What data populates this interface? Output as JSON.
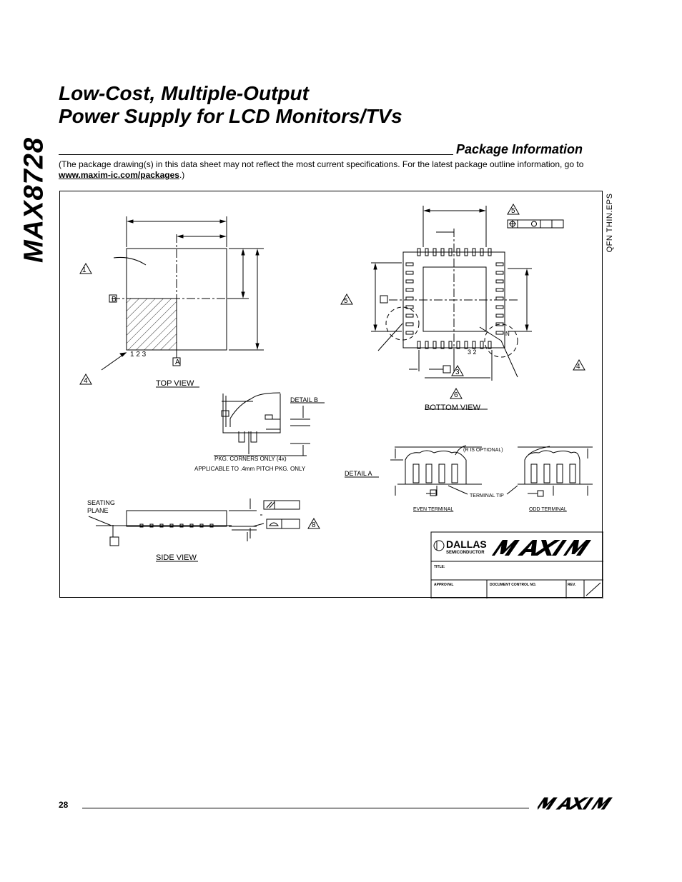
{
  "page": {
    "part_number": "MAX8728",
    "title_line1": "Low-Cost, Multiple-Output",
    "title_line2": "Power Supply for LCD Monitors/TVs",
    "section_title": "Package Information",
    "intro_text": "(The package drawing(s) in this data sheet may not reflect the most current specifications. For the latest package outline information, go to ",
    "intro_link": "www.maxim-ic.com/packages",
    "intro_end": ".)",
    "page_number": "28"
  },
  "drawing": {
    "side_label": "QFN THIN.EPS",
    "top_view_label": "TOP VIEW",
    "bottom_view_label": "BOTTOM VIEW",
    "side_view_label": "SIDE VIEW",
    "detail_a_label": "DETAIL A",
    "detail_b_label": "DETAIL B",
    "pin_numbers": "1 2 3",
    "datum_a": "A",
    "datum_b": "B",
    "note_1": "1",
    "note_3": "3",
    "note_4": "4",
    "note_5": "5",
    "note_6": "6",
    "note_8": "8",
    "bottom_pins": "3 2",
    "bottom_n": "N",
    "pkg_corners": "PKG. CORNERS ONLY (4x)",
    "applicable": "APPLICABLE TO .4mm PITCH PKG. ONLY",
    "r_optional": "(R IS OPTIONAL)",
    "terminal_tip": "TERMINAL TIP",
    "even_terminal": "EVEN TERMINAL",
    "odd_terminal": "ODD TERMINAL",
    "seating_plane_1": "SEATING",
    "seating_plane_2": "PLANE",
    "dallas": "DALLAS",
    "semiconductor": "SEMICONDUCTOR",
    "title_block_title": "TITLE:",
    "title_block_approval": "APPROVAL",
    "title_block_doc": "DOCUMENT CONTROL NO.",
    "title_block_rev": "REV."
  }
}
